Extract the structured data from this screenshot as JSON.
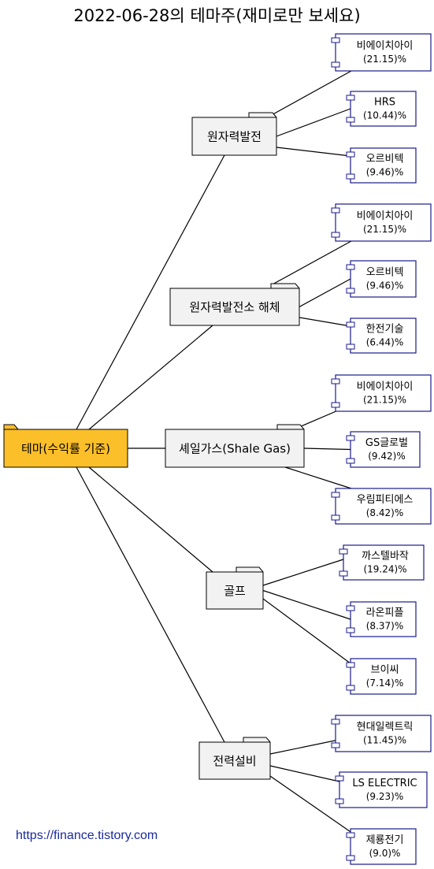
{
  "title": "2022-06-28의 테마주(재미로만 보세요)",
  "footer": "https://finance.tistory.com",
  "colors": {
    "root_fill": "#fbbf2a",
    "folder_fill": "#f2f2f2",
    "component_border": "#1a1a8c"
  },
  "root": {
    "label": "테마(수익률 기준)"
  },
  "themes": [
    {
      "label": "원자력발전",
      "stocks": [
        {
          "name": "비에이치아이",
          "pct": "(21.15)%"
        },
        {
          "name": "HRS",
          "pct": "(10.44)%"
        },
        {
          "name": "오르비텍",
          "pct": "(9.46)%"
        }
      ]
    },
    {
      "label": "원자력발전소 해체",
      "stocks": [
        {
          "name": "비에이치아이",
          "pct": "(21.15)%"
        },
        {
          "name": "오르비텍",
          "pct": "(9.46)%"
        },
        {
          "name": "한전기술",
          "pct": "(6.44)%"
        }
      ]
    },
    {
      "label": "셰일가스(Shale Gas)",
      "stocks": [
        {
          "name": "비에이치아이",
          "pct": "(21.15)%"
        },
        {
          "name": "GS글로벌",
          "pct": "(9.42)%"
        },
        {
          "name": "우림피티에스",
          "pct": "(8.42)%"
        }
      ]
    },
    {
      "label": "골프",
      "stocks": [
        {
          "name": "까스텔바작",
          "pct": "(19.24)%"
        },
        {
          "name": "라온피플",
          "pct": "(8.37)%"
        },
        {
          "name": "브이씨",
          "pct": "(7.14)%"
        }
      ]
    },
    {
      "label": "전력설비",
      "stocks": [
        {
          "name": "현대일렉트릭",
          "pct": "(11.45)%"
        },
        {
          "name": "LS ELECTRIC",
          "pct": "(9.23)%"
        },
        {
          "name": "제룡전기",
          "pct": "(9.0)%"
        }
      ]
    }
  ]
}
